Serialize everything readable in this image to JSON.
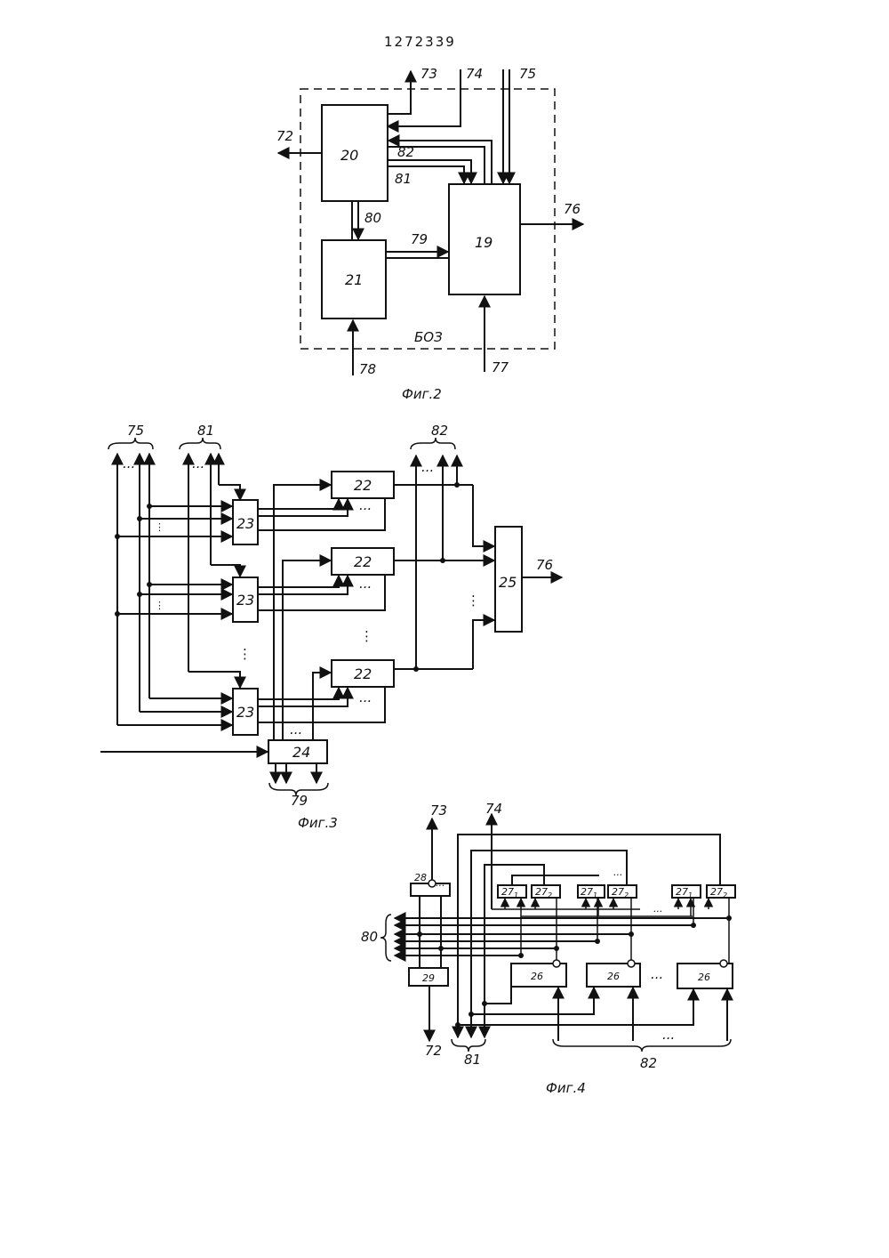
{
  "patent_number": "1272339",
  "fig2": {
    "caption": "Фиг.2",
    "unit_label": "БОЗ",
    "blocks": {
      "b20": "20",
      "b21": "21",
      "b19": "19"
    },
    "signals": {
      "s72": "72",
      "s73": "73",
      "s74": "74",
      "s75": "75",
      "s76": "76",
      "s77": "77",
      "s78": "78",
      "s79": "79",
      "s80": "80",
      "s81": "81",
      "s82": "82"
    }
  },
  "fig3": {
    "caption": "Фиг.3",
    "blocks": {
      "b22": "22",
      "b23": "23",
      "b24": "24",
      "b25": "25"
    },
    "signals": {
      "s75": "75",
      "s81": "81",
      "s82": "82",
      "s76": "76",
      "s79": "79"
    },
    "ellipsis": "..."
  },
  "fig4": {
    "caption": "Фиг.4",
    "blocks": {
      "b26": "26",
      "b27_1": "27",
      "b27_2": "27",
      "sub1": "1",
      "sub2": "2",
      "b28": "28",
      "b29": "29"
    },
    "signals": {
      "s72": "72",
      "s73": "73",
      "s74": "74",
      "s80": "80",
      "s81": "81",
      "s82": "82"
    },
    "ellipsis": "..."
  }
}
